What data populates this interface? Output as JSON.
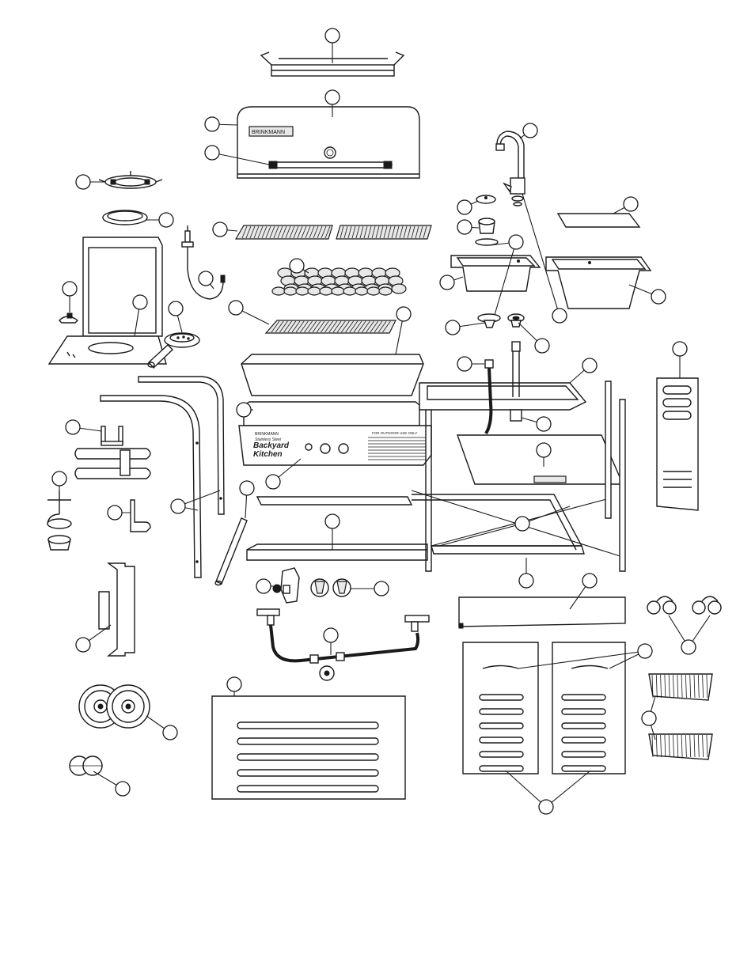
{
  "brand": {
    "name": "BRINKMANN"
  },
  "control_panel": {
    "brand": "BRINKMANN",
    "line1": "Stainless Steel",
    "line2": "Backyard",
    "line3": "Kitchen",
    "notice_title": "FOR OUTDOOR USE ONLY"
  },
  "colors": {
    "line": "#1a1a1a",
    "fill": "#ffffff",
    "shade": "#e8e8e8"
  }
}
